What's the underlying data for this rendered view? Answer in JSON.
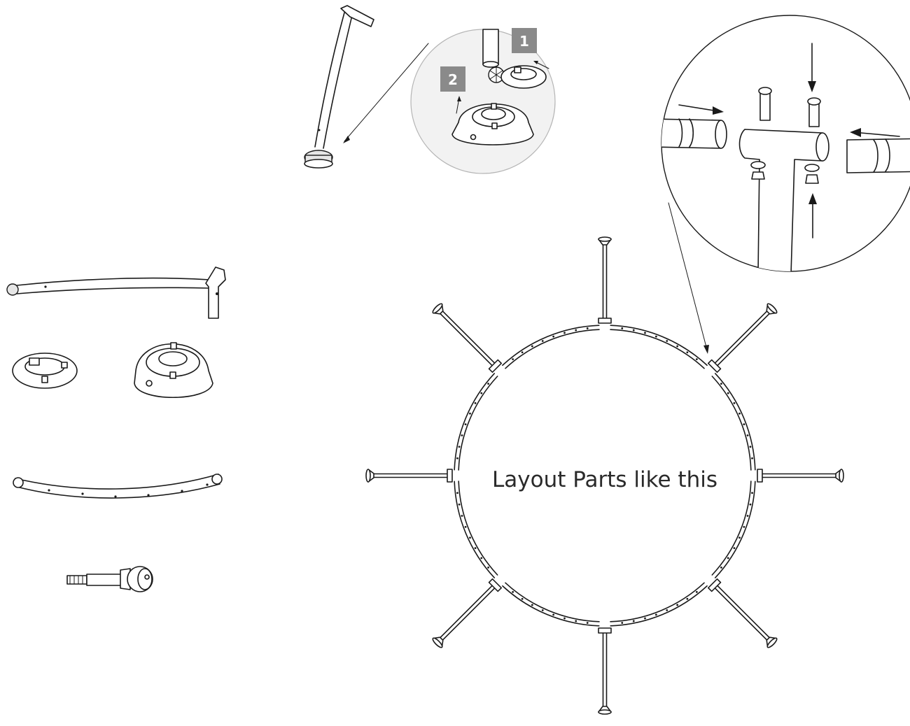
{
  "diagram": {
    "center_label": "Layout Parts like this",
    "step_badges": [
      "1",
      "2"
    ],
    "parts_list": [
      "leg-with-t-connector",
      "foot-cap-top",
      "foot-cap-base",
      "frame-rail",
      "bolt-assembly"
    ],
    "layout": {
      "legs": 8,
      "frame_rails": 8
    },
    "colors": {
      "line": "#1a1a1a",
      "badge": "#8a8a8a",
      "detail_circle_bg": "#f2f2f2"
    }
  }
}
